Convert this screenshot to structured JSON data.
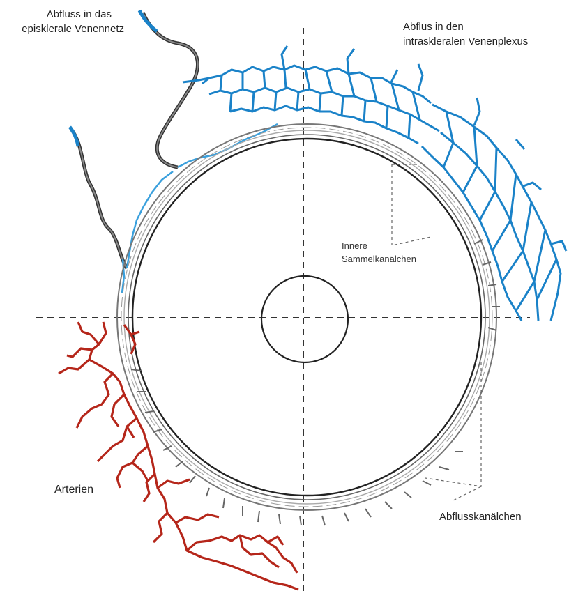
{
  "labels": {
    "episcleral": {
      "line1": "Abfluss in das",
      "line2": "episklerale Venennetz"
    },
    "intrascleral": {
      "line1": "Abflus in den",
      "line2": "intraskleralen Venenplexus"
    },
    "inner_channels": {
      "line1": "Innere",
      "line2": "Sammelkanälchen"
    },
    "arteries": "Arterien",
    "outflow_channels": "Abflusskanälchen"
  },
  "colors": {
    "veins": "#1a82c8",
    "arteries": "#b5261a",
    "canal": "#555555",
    "axes": "#333333",
    "leader": "#666666"
  }
}
